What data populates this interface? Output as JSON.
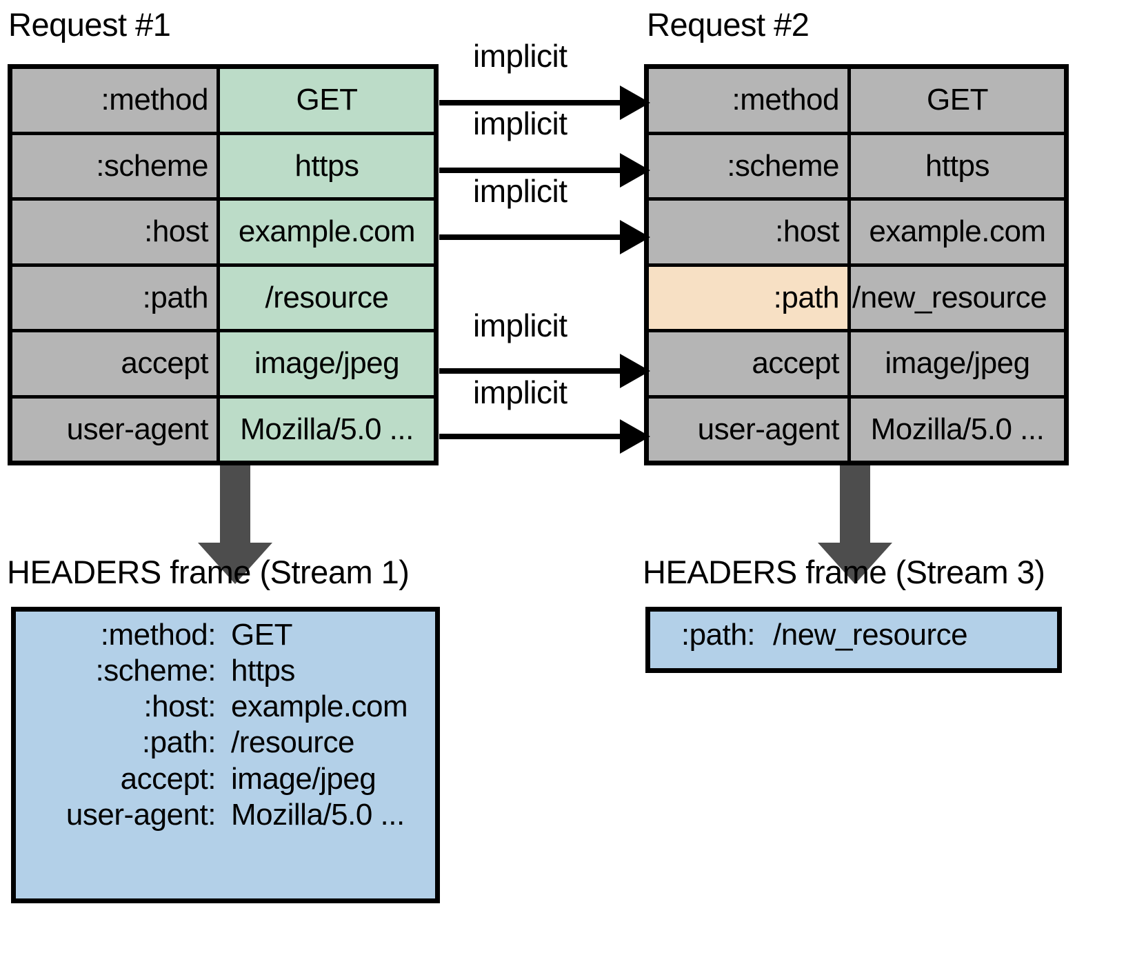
{
  "diagram": {
    "type": "http2-hpack-header-compression",
    "colors": {
      "header_name_cell": "#b5b5b5",
      "header_value_cell_request1": "#bcdcc8",
      "header_value_cell_request2": "#b5b5b5",
      "changed_header_row": "#f7e0c4",
      "headers_frame_box": "#b3d0e8",
      "down_arrow": "#4d4d4d",
      "border": "#000000",
      "background": "#ffffff"
    }
  },
  "request1": {
    "title": "Request #1",
    "headers": [
      {
        "name": ":method",
        "value": "GET"
      },
      {
        "name": ":scheme",
        "value": "https"
      },
      {
        "name": ":host",
        "value": "example.com"
      },
      {
        "name": ":path",
        "value": "/resource"
      },
      {
        "name": "accept",
        "value": "image/jpeg"
      },
      {
        "name": "user-agent",
        "value": "Mozilla/5.0 ..."
      }
    ]
  },
  "request2": {
    "title": "Request #2",
    "headers": [
      {
        "name": ":method",
        "value": "GET",
        "changed": false
      },
      {
        "name": ":scheme",
        "value": "https",
        "changed": false
      },
      {
        "name": ":host",
        "value": "example.com",
        "changed": false
      },
      {
        "name": ":path",
        "value": "/new_resource",
        "changed": true
      },
      {
        "name": "accept",
        "value": "image/jpeg",
        "changed": false
      },
      {
        "name": "user-agent",
        "value": "Mozilla/5.0 ...",
        "changed": false
      }
    ]
  },
  "implicit_arrows": [
    {
      "label": "implicit",
      "from_header": ":method"
    },
    {
      "label": "implicit",
      "from_header": ":scheme"
    },
    {
      "label": "implicit",
      "from_header": ":host"
    },
    {
      "label": "implicit",
      "from_header": "accept"
    },
    {
      "label": "implicit",
      "from_header": "user-agent"
    }
  ],
  "frame1": {
    "title": "HEADERS frame (Stream 1)",
    "lines": [
      {
        "name": ":method:",
        "value": "GET"
      },
      {
        "name": ":scheme:",
        "value": "https"
      },
      {
        "name": ":host:",
        "value": "example.com"
      },
      {
        "name": ":path:",
        "value": "/resource"
      },
      {
        "name": "accept:",
        "value": "image/jpeg"
      },
      {
        "name": "user-agent:",
        "value": "Mozilla/5.0 ..."
      }
    ]
  },
  "frame3": {
    "title": "HEADERS frame (Stream 3)",
    "lines": [
      {
        "name": ":path:",
        "value": "/new_resource"
      }
    ]
  }
}
